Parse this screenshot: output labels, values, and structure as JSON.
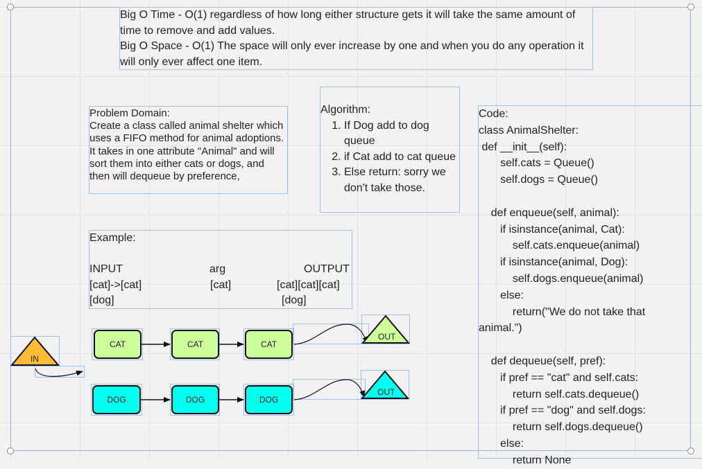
{
  "top_note": {
    "time_line": "Big O Time - O(1) regardless of how long either structure gets it will take the same amount of time to remove and add values.",
    "space_line": "Big O Space - O(1) The space will only ever increase by one and when you do any operation it will only ever affect one item."
  },
  "problem_domain": {
    "heading": "Problem Domain:",
    "body": "Create a class called animal shelter which uses a FIFO method for animal adoptions. It takes in one attribute \"Animal\" and will sort them into either cats or dogs, and then will dequeue by preference,"
  },
  "algorithm": {
    "heading": "Algorithm:",
    "steps": [
      "If Dog add to dog queue",
      "if Cat add to cat queue",
      "Else return: sorry we don't take those."
    ]
  },
  "example": {
    "heading": "Example:",
    "headers": [
      "INPUT",
      "arg",
      "OUTPUT"
    ],
    "row1": [
      "[cat]->[cat]",
      "[cat]",
      "[cat][cat][cat]"
    ],
    "row2": [
      "[dog]",
      "[dog]"
    ]
  },
  "code": {
    "heading": "Code:",
    "lines": [
      "class AnimalShelter:",
      " def __init__(self):",
      "       self.cats = Queue()",
      "       self.dogs = Queue()",
      "",
      "    def enqueue(self, animal):",
      "       if isinstance(animal, Cat):",
      "           self.cats.enqueue(animal)",
      "       if isinstance(animal, Dog):",
      "           self.dogs.enqueue(animal)",
      "       else:",
      "           return(\"We do not take that",
      "animal.\")",
      "",
      "    def dequeue(self, pref):",
      "       if pref == \"cat\" and self.cats:",
      "           return self.cats.dequeue()",
      "       if pref == \"dog\" and self.dogs:",
      "           return self.dogs.dequeue()",
      "       else:",
      "           return None"
    ]
  },
  "diagram": {
    "in_label": "IN",
    "out_label": "OUT",
    "cat_nodes": [
      "CAT",
      "CAT",
      "CAT"
    ],
    "dog_nodes": [
      "DOG",
      "DOG",
      "DOG"
    ],
    "colors": {
      "cat": "#ccff99",
      "dog": "#00ffee",
      "in": "#ffbb33",
      "out_cat": "#ccff99",
      "out_dog": "#00ffee"
    }
  }
}
